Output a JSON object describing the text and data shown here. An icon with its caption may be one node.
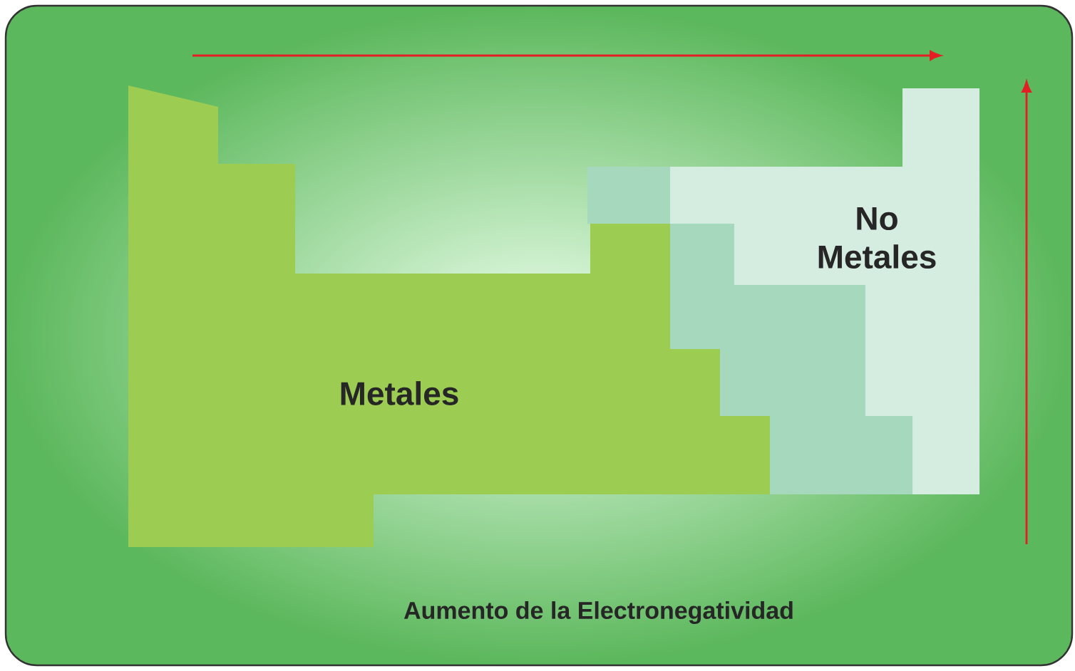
{
  "diagram": {
    "nodes": [
      {
        "text": [
          "Metales"
        ]
      },
      {
        "text": [
          "No Metales"
        ]
      }
    ],
    "labels": [
      "Aumento de la Electronegatividad"
    ]
  }
}
